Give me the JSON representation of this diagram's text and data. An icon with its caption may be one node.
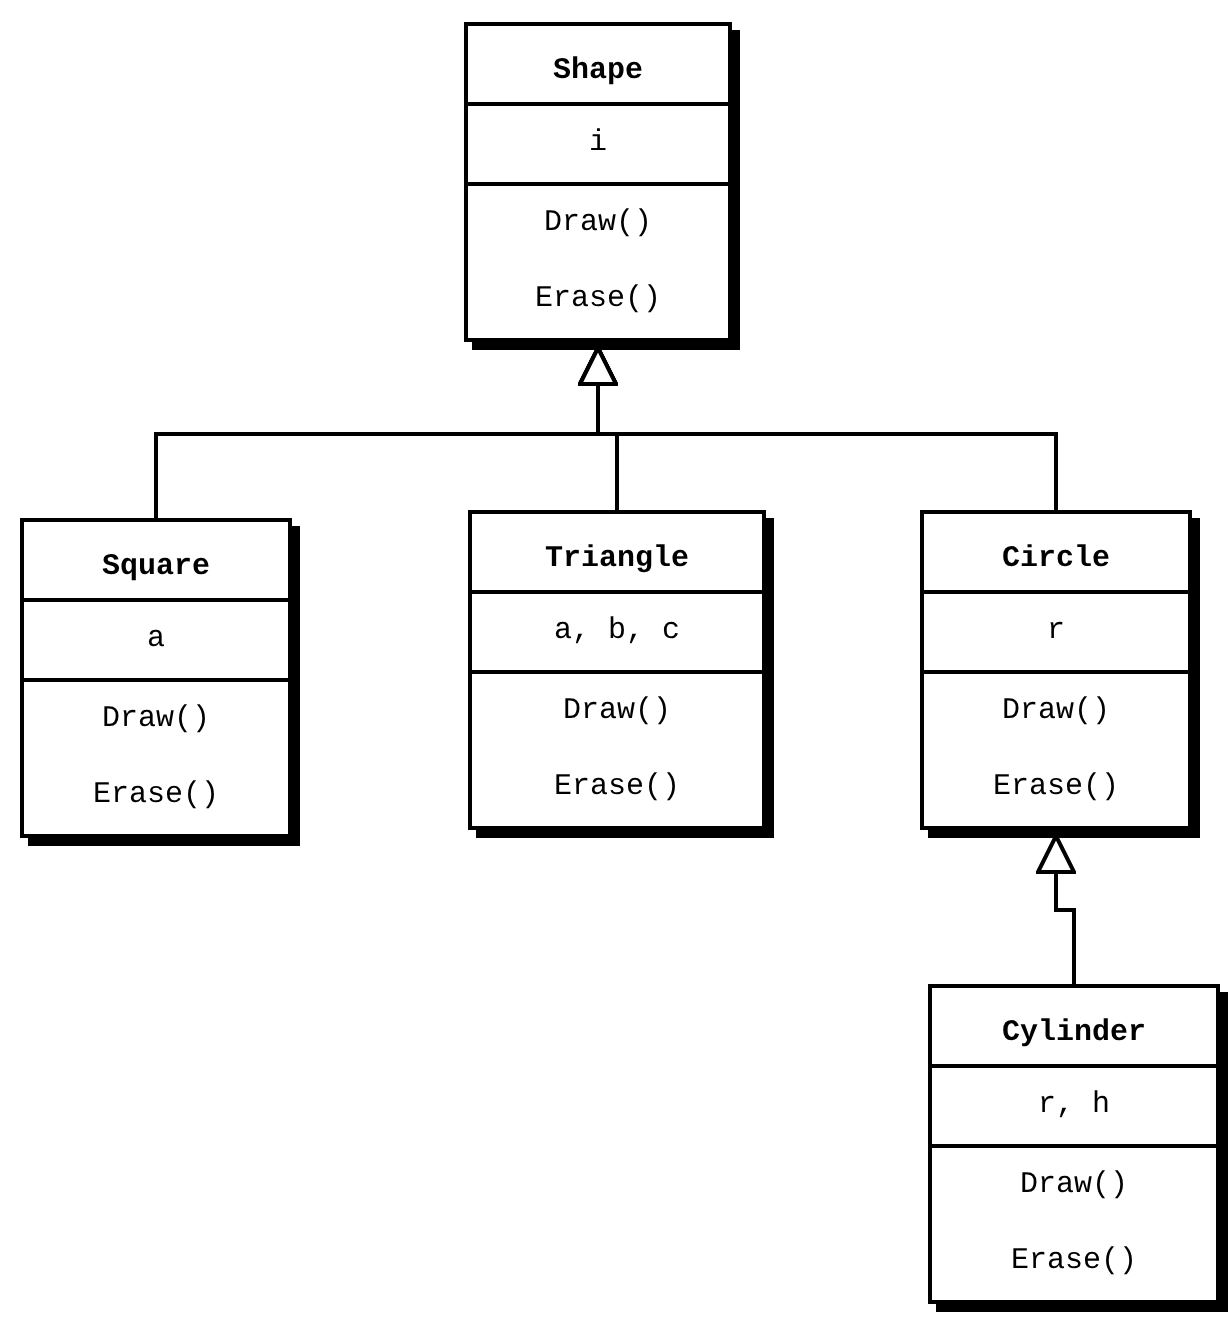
{
  "diagram": {
    "nodes": [
      {
        "text": [
          "Shape",
          "i",
          "Draw()",
          "Erase()"
        ]
      },
      {
        "text": [
          "Square",
          "a",
          "Draw()",
          "Erase()"
        ]
      },
      {
        "text": [
          "Triangle",
          "a, b, c",
          "Draw()",
          "Erase()"
        ]
      },
      {
        "text": [
          "Circle",
          "r",
          "Draw()",
          "Erase()"
        ]
      },
      {
        "text": [
          "Cylinder",
          "r, h",
          "Draw()",
          "Erase()"
        ]
      }
    ],
    "edges": [
      {
        "from": 1,
        "to": 0,
        "arrow": "to"
      },
      {
        "from": 2,
        "to": 0,
        "arrow": "to"
      },
      {
        "from": 3,
        "to": 0,
        "arrow": "to"
      },
      {
        "from": 4,
        "to": 3,
        "arrow": "to"
      }
    ]
  }
}
